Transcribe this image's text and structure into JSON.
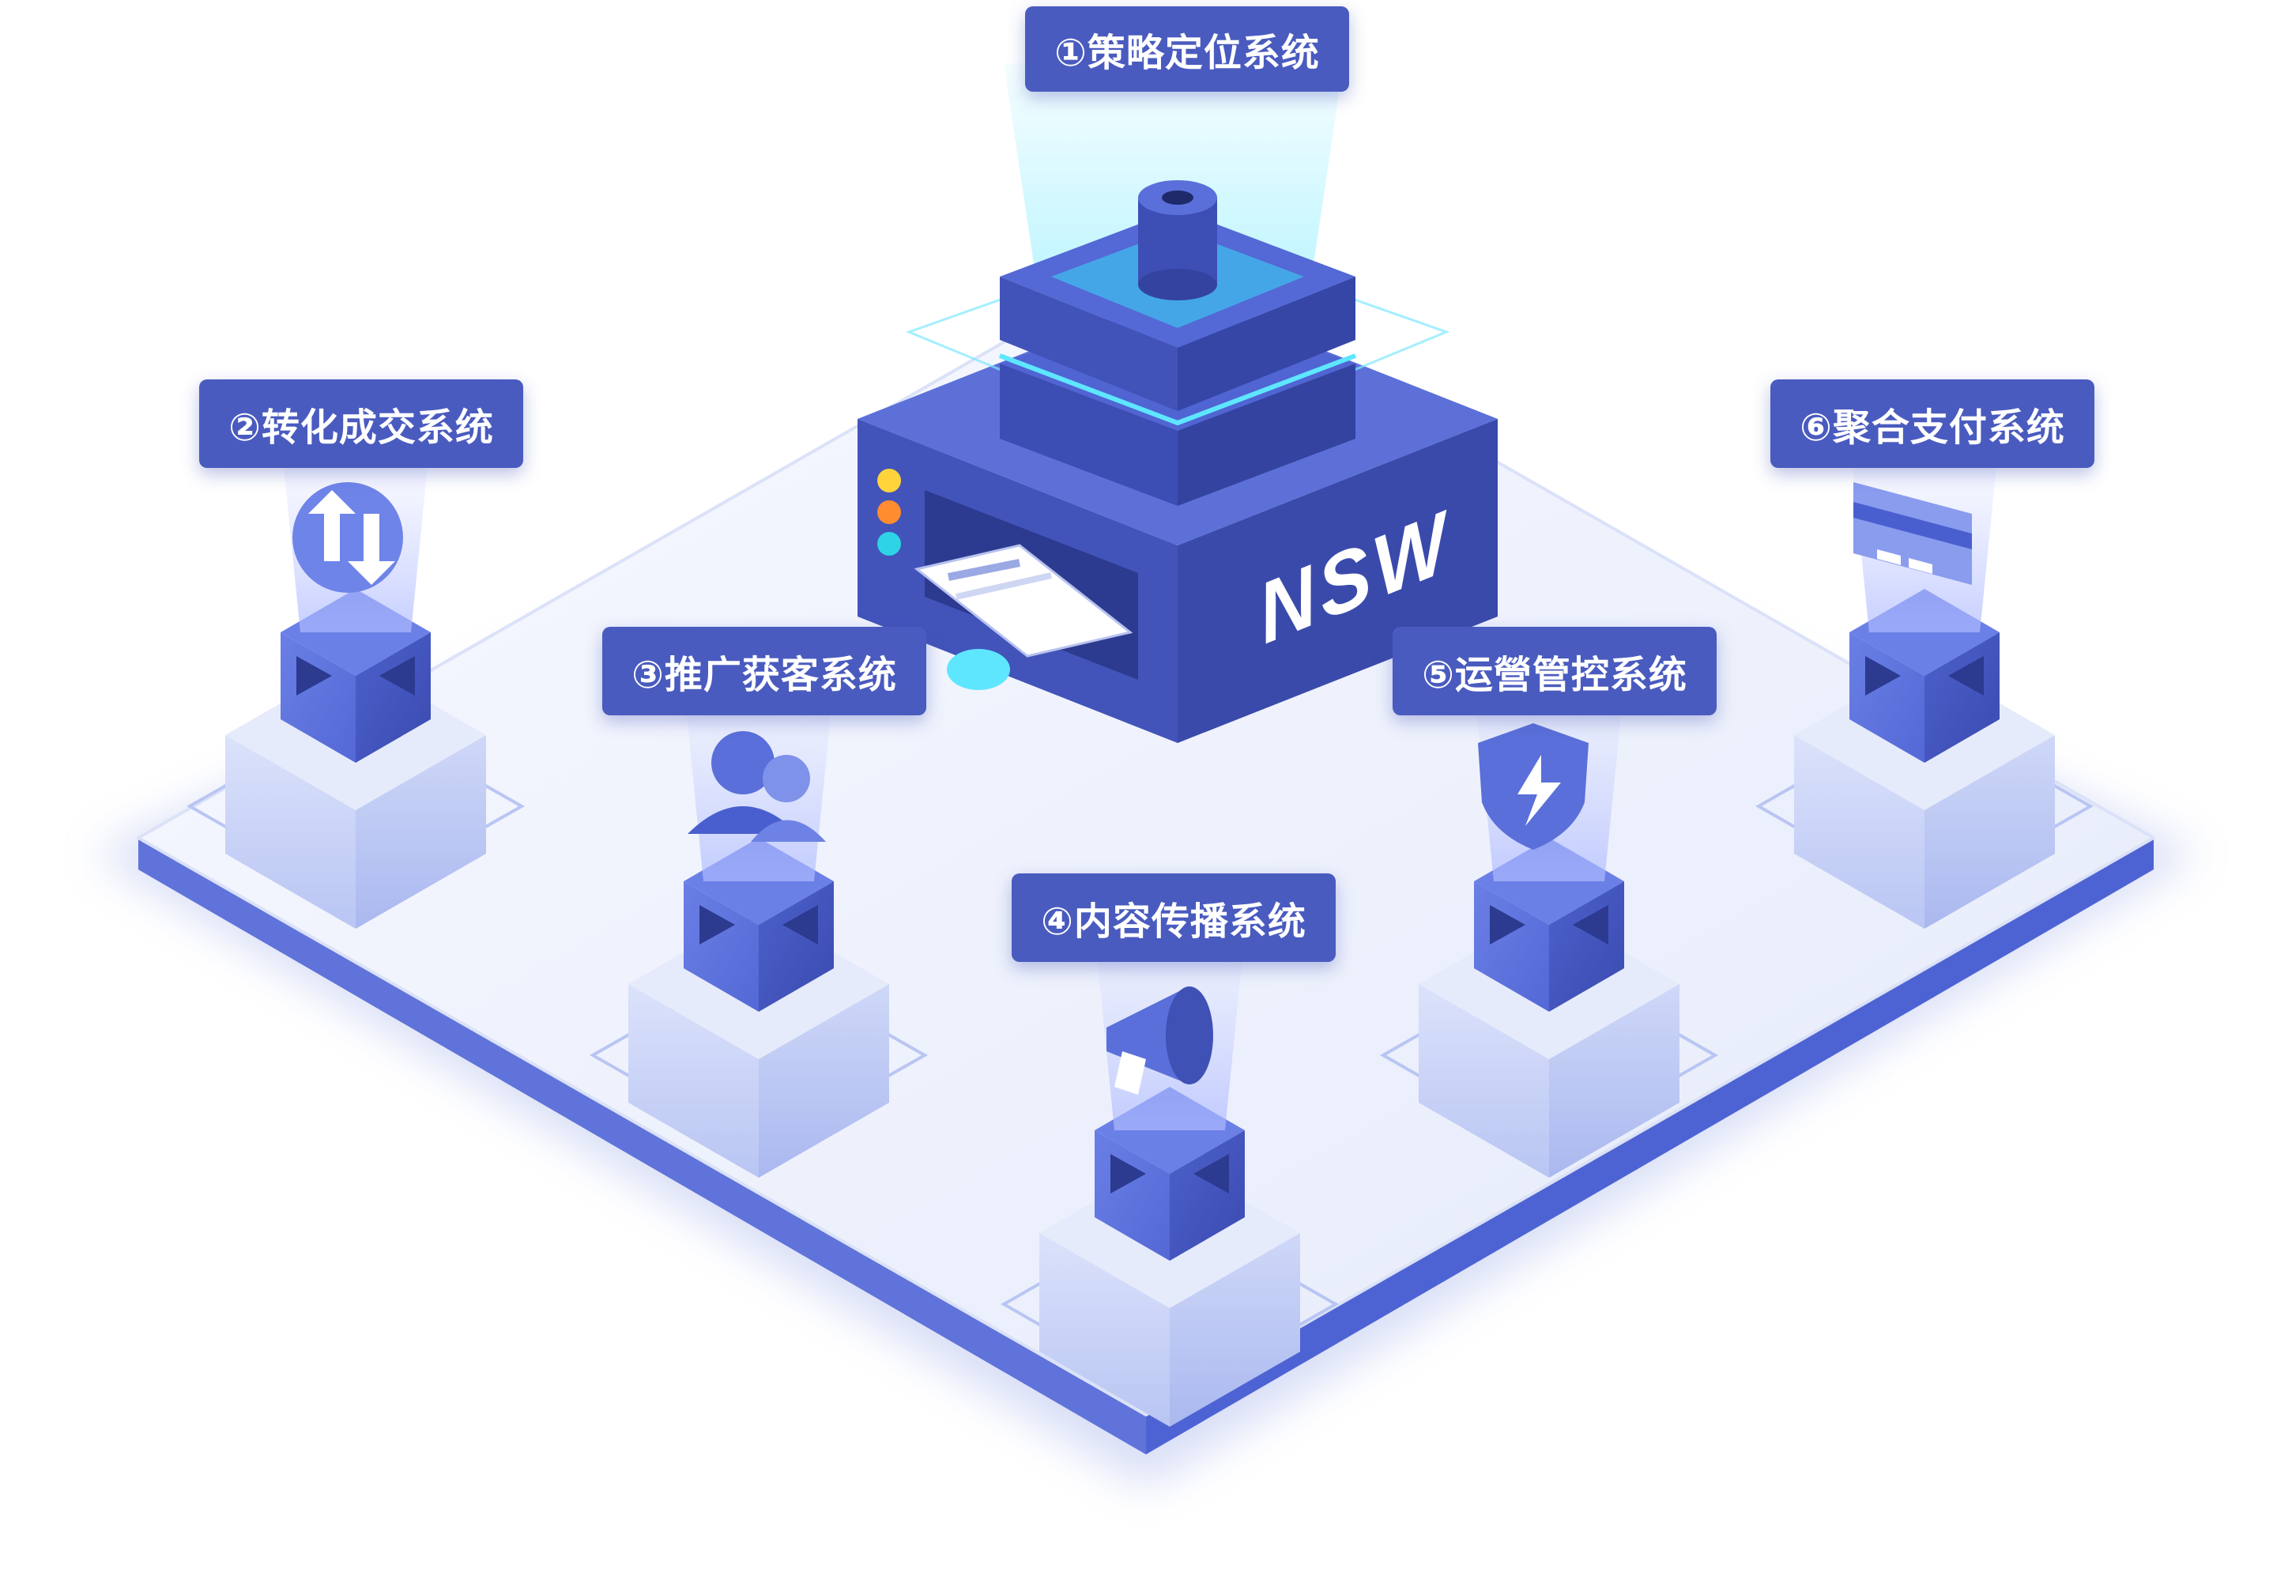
{
  "center": {
    "brand": "NSW"
  },
  "nodes": [
    {
      "id": "strategy",
      "label": "①策略定位系统",
      "icon": "target-cylinder-icon"
    },
    {
      "id": "conversion",
      "label": "②转化成交系统",
      "icon": "refresh-arrows-icon"
    },
    {
      "id": "promotion",
      "label": "③推广获客系统",
      "icon": "users-icon"
    },
    {
      "id": "content",
      "label": "④内容传播系统",
      "icon": "megaphone-icon"
    },
    {
      "id": "operation",
      "label": "⑤运營管控系统",
      "icon": "shield-lightning-icon"
    },
    {
      "id": "payment",
      "label": "⑥聚合支付系统",
      "icon": "credit-card-icon"
    }
  ],
  "colors": {
    "platform_top": "#eef2fb",
    "platform_edge": "#4e63d3",
    "block_dark": "#3f51b5",
    "block_mid": "#5a6fd9",
    "block_light": "#8b9bec",
    "pedestal": "#c9d2f6",
    "label_bg": "#4a5bbf",
    "glow": "#5ee6ff"
  }
}
